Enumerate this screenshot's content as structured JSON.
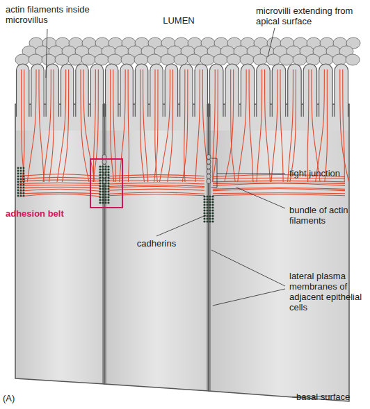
{
  "diagram": {
    "labels": [
      "actin filaments inside microvillus",
      "LUMEN",
      "microvilli extending from apical surface",
      "tight junction",
      "bundle of actin filaments",
      "adhesion belt",
      "cadherins",
      "lateral plasma membranes of adjacent epithelial cells",
      "basal surface",
      "(A)"
    ]
  }
}
